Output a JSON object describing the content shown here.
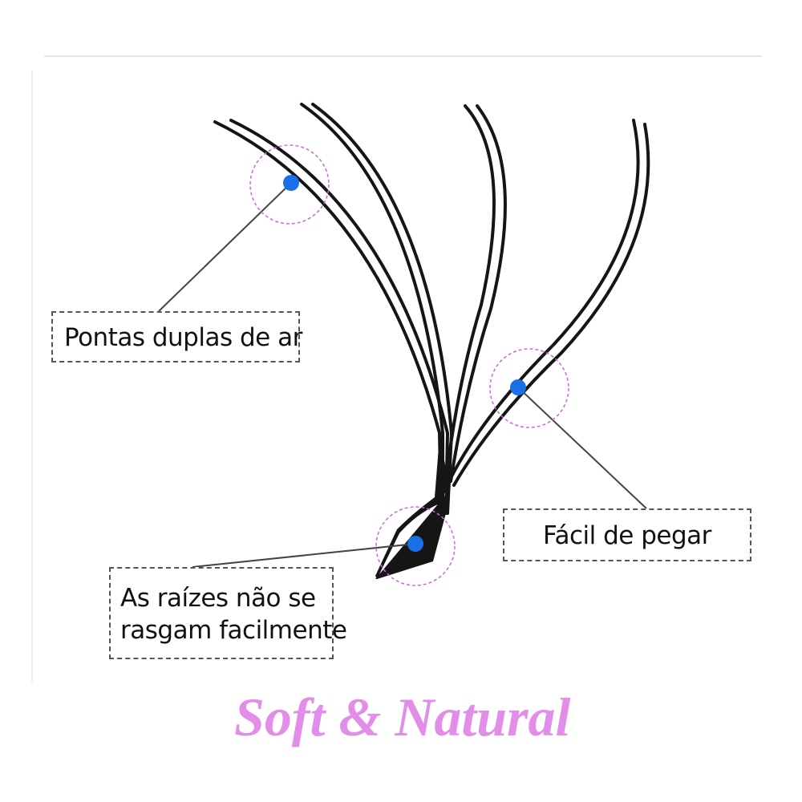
{
  "callouts": {
    "tips": "Pontas duplas de ar",
    "grab": "Fácil de pegar",
    "roots_line1": "As raízes não se",
    "roots_line2": "rasgam facilmente"
  },
  "tagline": {
    "text": "Soft & Natural",
    "color": "#e28ee8"
  },
  "colors": {
    "fiber": "#151515",
    "marker": "#1a6fe8",
    "ring": "#cc66dd",
    "leader": "#444444",
    "frame": "#e6e6e6"
  },
  "icons": {
    "marker": "blue-dot-marker",
    "ring": "dashed-circle-highlight"
  }
}
